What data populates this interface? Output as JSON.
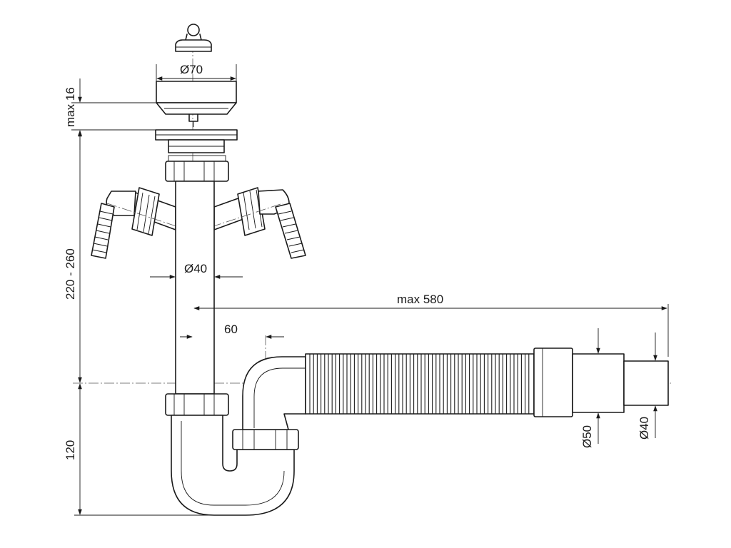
{
  "labels": {
    "d70": "Ø70",
    "max16": "max 16",
    "range": "220 - 260",
    "d40_pipe": "Ø40",
    "max580": "max 580",
    "offset60": "60",
    "h120": "120",
    "d50": "Ø50",
    "d40_outlet": "Ø40"
  }
}
